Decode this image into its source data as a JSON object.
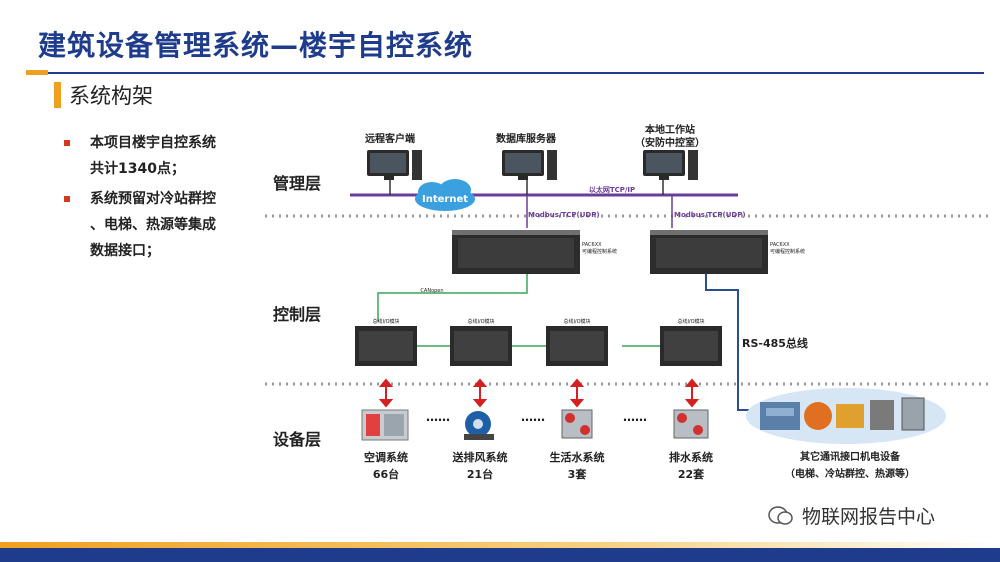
{
  "header": {
    "title": "建筑设备管理系统—楼宇自控系统",
    "section": "系统构架"
  },
  "bullets": [
    {
      "line1": "本项目楼宇自控系统",
      "line2": "共计1340点；"
    },
    {
      "line1": "系统预留对冷站群控",
      "line2": "、电梯、热源等集成",
      "line3": "数据接口；"
    }
  ],
  "layers": {
    "management": "管理层",
    "control": "控制层",
    "device": "设备层"
  },
  "management": {
    "remote_client": "远程客户端",
    "db_server": "数据库服务器",
    "local_station_1": "本地工作站",
    "local_station_2": "（安防中控室）",
    "internet": "Internet",
    "ethernet": "以太网TCP/IP",
    "modbus_left": "Modbus/TCP(UDP)",
    "modbus_right": "Modbus/TCP(UDP)"
  },
  "control": {
    "controller_label": "PAC6XX",
    "controller_sub": "可编程控制系统",
    "canopen": "CANopen",
    "io_label": "总线I/O模块",
    "rs485": "RS-485总线"
  },
  "devices": [
    {
      "name": "空调系统",
      "count": "66台"
    },
    {
      "name": "送排风系统",
      "count": "21台"
    },
    {
      "name": "生活水系统",
      "count": "3套"
    },
    {
      "name": "排水系统",
      "count": "22套"
    }
  ],
  "other_devices": {
    "line1": "其它通讯接口机电设备",
    "line2": "（电梯、冷站群控、热源等）"
  },
  "ellipsis": "……",
  "watermark": "物联网报告中心",
  "colors": {
    "title": "#1f3c8c",
    "accent": "#f0a020",
    "bus_purple": "#6a3d9a",
    "green_line": "#3aa55a",
    "rs485_blue": "#2a4f8f",
    "arrow_red": "#d42020"
  }
}
